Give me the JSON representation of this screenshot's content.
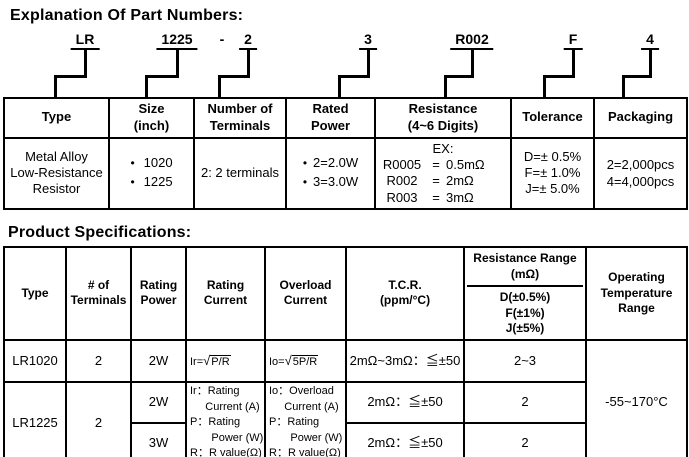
{
  "headings": {
    "part_numbers": "Explanation Of Part Numbers:",
    "product_specs": "Product Specifications:"
  },
  "part_number": {
    "segments": [
      "LR",
      "1225",
      "-",
      "2",
      "3",
      "R002",
      "F",
      "4"
    ]
  },
  "part_table": {
    "headers": [
      "Type",
      "Size\n(inch)",
      "Number of\nTerminals",
      "Rated\nPower",
      "Resistance\n(4~6 Digits)",
      "Tolerance",
      "Packaging"
    ],
    "bullet": "•",
    "type": "Metal Alloy\nLow-Resistance\nResistor",
    "sizes": [
      "1020",
      "1225"
    ],
    "terminals": "2: 2 terminals",
    "rated_power": [
      "2=2.0W",
      "3=3.0W"
    ],
    "resistance": {
      "prefix": "EX:",
      "rows": [
        {
          "code": "R0005",
          "eq": "=",
          "value": "0.5mΩ"
        },
        {
          "code": "R002",
          "eq": "=",
          "value": "2mΩ"
        },
        {
          "code": "R003",
          "eq": "=",
          "value": "3mΩ"
        }
      ]
    },
    "tolerance": "D=± 0.5%\nF=± 1.0%\nJ=± 5.0%",
    "packaging": [
      "2=2,000pcs",
      "4=4,000pcs"
    ]
  },
  "spec_table": {
    "headers": {
      "type": "Type",
      "terminals": "# of\nTerminals",
      "rating_power": "Rating\nPower",
      "rating_current": "Rating\nCurrent",
      "overload_current": "Overload\nCurrent",
      "tcr": "T.C.R.\n(ppm/°C)",
      "resistance_range_top": "Resistance Range\n(mΩ)",
      "resistance_range_bottom": "D(±0.5%)\nF(±1%)\nJ(±5%)",
      "operating": "Operating\nTemperature\nRange"
    },
    "lr1020": {
      "type": "LR1020",
      "terminals": "2",
      "power": "2W",
      "rating_formula_prefix": "Ir=",
      "rating_formula_sqrt": "√",
      "rating_formula_radicand": "P/R",
      "overload_formula_prefix": "Io=",
      "overload_formula_sqrt": "√",
      "overload_formula_radicand": "5P/R",
      "tcr": "2mΩ~3mΩ：≦±50",
      "range": "2~3"
    },
    "lr1225": {
      "type": "LR1225",
      "terminals": "2",
      "power_2w": "2W",
      "power_3w": "3W",
      "rating_legend": "Ir：Rating\n     Current (A)\nP：Rating\n       Power (W)\nR：R value(Ω)",
      "overload_legend": "Io：Overload\n     Current (A)\nP：Rating\n       Power (W)\nR：R value(Ω)",
      "tcr_2w": "2mΩ：≦±50",
      "tcr_3w": "2mΩ：≦±50",
      "range_2w": "2",
      "range_3w": "2"
    },
    "operating_temp": "-55~170°C"
  }
}
